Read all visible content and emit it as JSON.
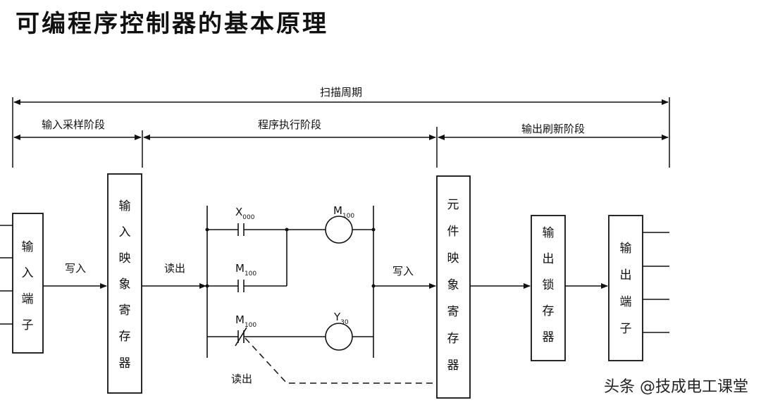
{
  "title": "可编程序控制器的基本原理",
  "scan_cycle": "扫描周期",
  "phases": {
    "input_sampling": "输入采样阶段",
    "program_execution": "程序执行阶段",
    "output_refresh": "输出刷新阶段"
  },
  "boxes": {
    "input_terminal": [
      "输",
      "入",
      "端",
      "子"
    ],
    "input_image_register": [
      "输",
      "入",
      "映",
      "象",
      "寄",
      "存",
      "器"
    ],
    "element_image_register": [
      "元",
      "件",
      "映",
      "象",
      "寄",
      "存",
      "器"
    ],
    "output_latch": [
      "输",
      "出",
      "锁",
      "存",
      "器"
    ],
    "output_terminal": [
      "输",
      "出",
      "端",
      "子"
    ]
  },
  "arrow_labels": {
    "write_1": "写入",
    "read_1": "读出",
    "write_2": "写入",
    "read_2": "读出"
  },
  "ladder": {
    "contact_1": {
      "main": "X",
      "sub": "000"
    },
    "contact_2": {
      "main": "M",
      "sub": "100"
    },
    "contact_3": {
      "main": "M",
      "sub": "100"
    },
    "coil_1": {
      "main": "M",
      "sub": "100"
    },
    "coil_2": {
      "main": "Y",
      "sub": "30"
    }
  },
  "watermark": "头条 @技成电工课堂"
}
